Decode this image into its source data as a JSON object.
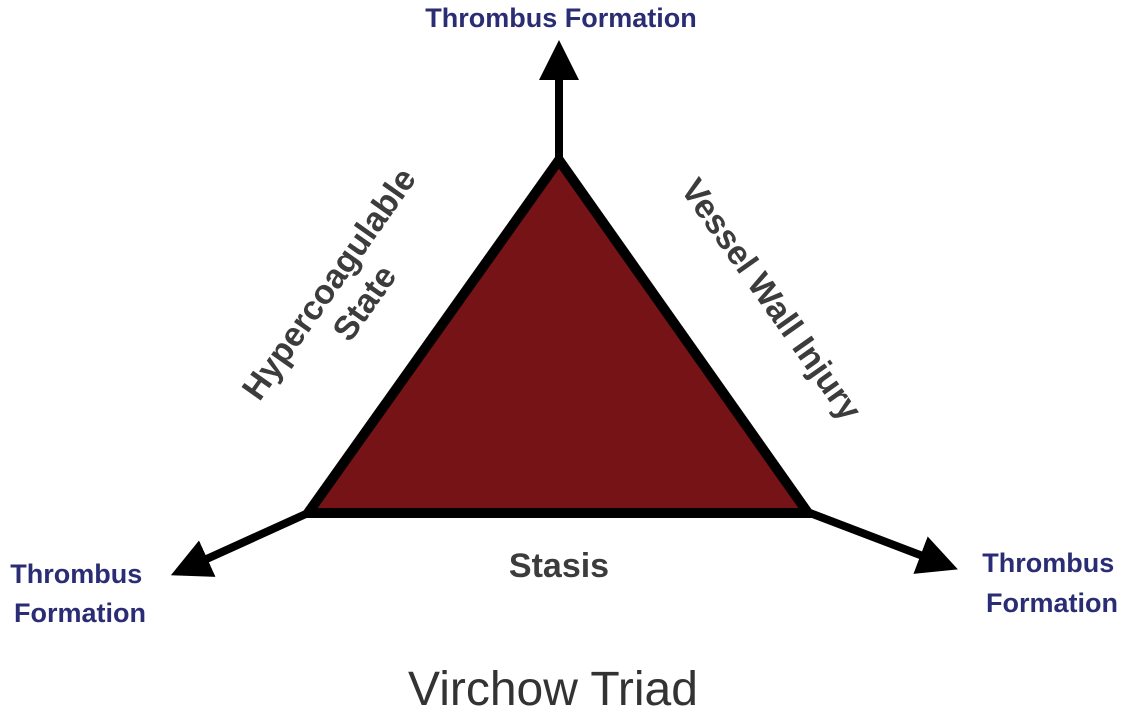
{
  "title": "Virchow Triad",
  "outcomes": {
    "top": "Thrombus Formation",
    "left_line1": "Thrombus",
    "left_line2": "Formation",
    "right_line1": "Thrombus",
    "right_line2": "Formation"
  },
  "factors": {
    "left_line1": "Hypercoagulable",
    "left_line2": "State",
    "right": "Vessel Wall Injury",
    "bottom": "Stasis"
  },
  "colors": {
    "triangle_fill": "#761316",
    "outline": "#000000",
    "outcome_text": "#2b2d74",
    "factor_text": "#3c3c3c"
  }
}
